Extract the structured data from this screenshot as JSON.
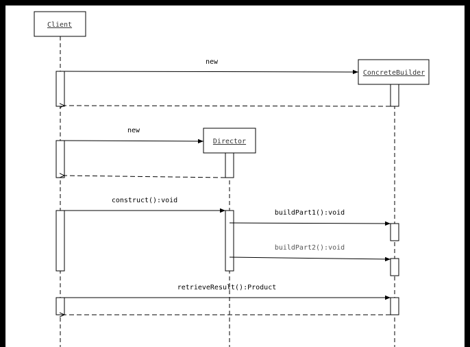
{
  "colors": {
    "frame": "#000000",
    "canvas": "#ffffff",
    "line": "#000000"
  },
  "participants": {
    "client": "Client",
    "builder": "ConcreteBuilder",
    "director": "Director"
  },
  "messages": {
    "new_builder": "new",
    "new_director": "new",
    "construct": "construct():void",
    "build_part1": "buildPart1():void",
    "build_part2": "buildPart2():void",
    "retrieve_result": "retrieveResult():Product"
  }
}
